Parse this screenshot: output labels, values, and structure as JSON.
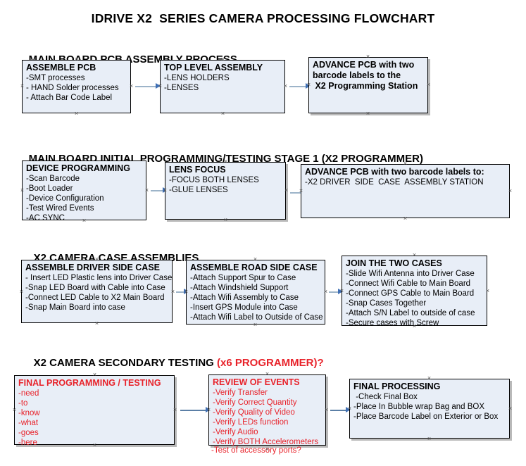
{
  "document": {
    "title": "IDRIVE X2  SERIES CAMERA PROCESSING FLOWCHART"
  },
  "sections": [
    {
      "heading": "MAIN BOARD PCB ASSEMBLY PROCESS",
      "heading_suffix": "",
      "nodes": [
        {
          "title": "ASSEMBLE PCB",
          "lines": [
            "-SMT processes",
            "- HAND Solder processes",
            "- Attach Bar Code Label"
          ]
        },
        {
          "title": "TOP LEVEL ASSEMBLY",
          "lines": [
            "-LENS HOLDERS",
            "-LENSES"
          ]
        },
        {
          "title": "ADVANCE PCB with two",
          "lines": [
            "barcode labels to the",
            " X2 Programming Station"
          ]
        }
      ]
    },
    {
      "heading": "MAIN BOARD INITIAL PROGRAMMING/TESTING STAGE 1 (X2 PROGRAMMER)",
      "heading_suffix": "",
      "nodes": [
        {
          "title": "DEVICE PROGRAMMING",
          "lines": [
            "-Scan Barcode",
            "-Boot Loader",
            "-Device Configuration",
            "-Test Wired Events",
            "-AC SYNC"
          ]
        },
        {
          "title": "LENS FOCUS",
          "lines": [
            "-FOCUS BOTH LENSES",
            "-GLUE LENSES"
          ]
        },
        {
          "title": "ADVANCE PCB with two barcode labels to:",
          "lines": [
            "-X2 DRIVER  SIDE  CASE  ASSEMBLY STATION"
          ]
        }
      ]
    },
    {
      "heading": "X2 CAMERA CASE ASSEMBLIES",
      "heading_suffix": "",
      "nodes": [
        {
          "title": "ASSEMBLE DRIVER SIDE CASE",
          "lines": [
            "- Insert LED Plastic lens into Driver Case",
            "-Snap LED Board with Cable into Case",
            "-Connect LED Cable to X2 Main Board",
            "-Snap Main Board into case"
          ]
        },
        {
          "title": "ASSEMBLE ROAD SIDE CASE",
          "lines": [
            "-Attach Support Spur to Case",
            "-Attach Windshield Support",
            "-Attach Wifi Assembly to Case",
            "-Insert GPS Module into Case",
            "-Attach Wifi Label to Outside of Case"
          ]
        },
        {
          "title": "JOIN THE TWO CASES",
          "lines": [
            "-Slide Wifi Antenna into Driver Case",
            "-Connect Wifi Cable to Main Board",
            "-Connect GPS Cable to Main Board",
            "-Snap Cases Together",
            "-Attach S/N Label to outside of case",
            "-Secure cases with Screw"
          ]
        }
      ]
    },
    {
      "heading": "X2 CAMERA SECONDARY TESTING ",
      "heading_suffix": "(x6 PROGRAMMER)?",
      "nodes": [
        {
          "title": "FINAL PROGRAMMING / TESTING",
          "lines": [
            "-need",
            "-to",
            "-know",
            "-what",
            "-goes",
            "-here"
          ]
        },
        {
          "title": "REVIEW OF EVENTS",
          "lines": [
            "-Verify Transfer",
            "-Verify Correct Quantity",
            "-Verify Quality of Video",
            "-Verify LEDs function",
            "-Verify Audio",
            "-Verify BOTH Accelerometers"
          ],
          "overflow_line": "-Test of accessory ports?"
        },
        {
          "title": "FINAL PROCESSING",
          "lines": [
            " -Check Final Box",
            "-Place In Bubble wrap Bag and BOX",
            "-Place Barcode Label on Exterior or Box"
          ]
        }
      ]
    }
  ],
  "colors": {
    "box_fill": "#e8eef7",
    "box_border": "#000000",
    "accent_red": "#e8222a",
    "connector_line": "#9db4c9",
    "arrow_head": "#3f6fb5",
    "text": "#000000"
  }
}
